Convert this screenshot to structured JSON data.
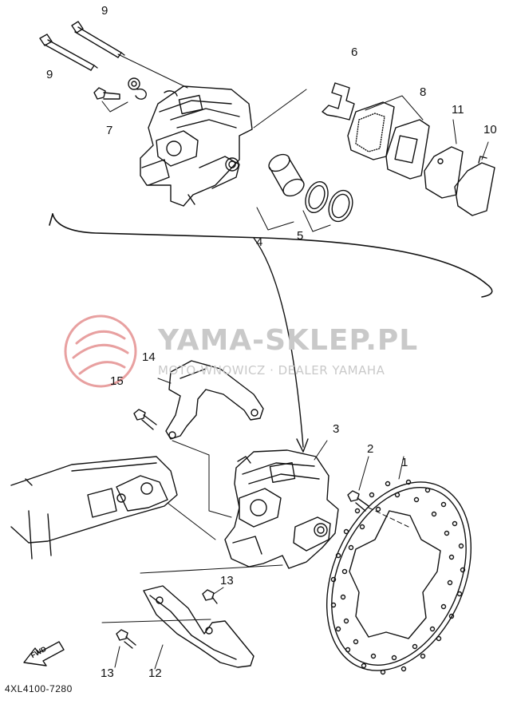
{
  "diagram": {
    "drawing_code": "4XL4100-7280",
    "fwd_label": "FWD",
    "callouts": [
      {
        "id": "9a",
        "text": "9"
      },
      {
        "id": "9b",
        "text": "9"
      },
      {
        "id": "7",
        "text": "7"
      },
      {
        "id": "6",
        "text": "6"
      },
      {
        "id": "8",
        "text": "8"
      },
      {
        "id": "11",
        "text": "11"
      },
      {
        "id": "10",
        "text": "10"
      },
      {
        "id": "4",
        "text": "4"
      },
      {
        "id": "5",
        "text": "5"
      },
      {
        "id": "14",
        "text": "14"
      },
      {
        "id": "15",
        "text": "15"
      },
      {
        "id": "3",
        "text": "3"
      },
      {
        "id": "2",
        "text": "2"
      },
      {
        "id": "1",
        "text": "1"
      },
      {
        "id": "13a",
        "text": "13"
      },
      {
        "id": "13b",
        "text": "13"
      },
      {
        "id": "12",
        "text": "12"
      }
    ]
  },
  "watermark": {
    "title": "YAMA-SKLEP.PL",
    "subtitle": "MOTO-WNOWICZ · DEALER YAMAHA",
    "logo_color": "#e8a0a0",
    "text_color": "#c9c9c9"
  }
}
